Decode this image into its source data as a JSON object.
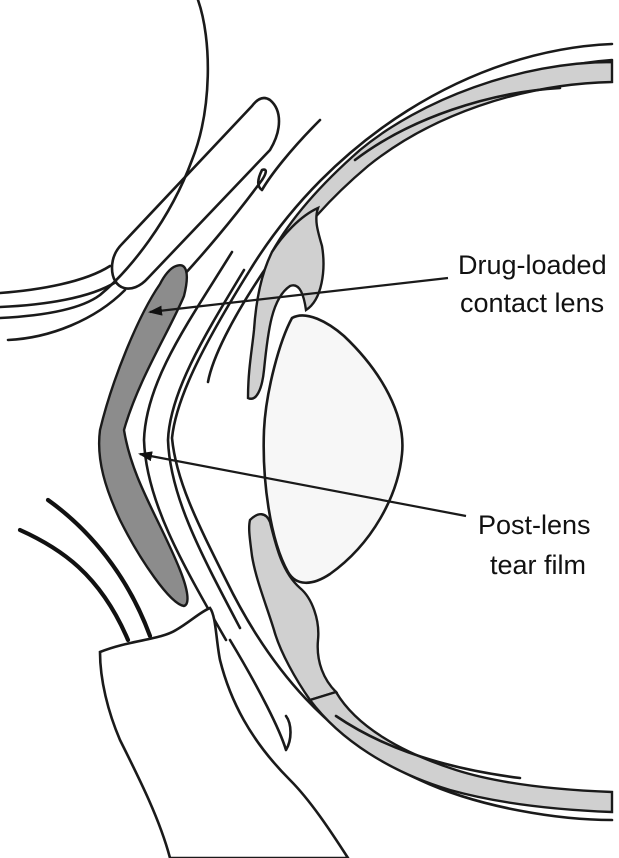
{
  "labels": {
    "contact_lens_line1": "Drug-loaded",
    "contact_lens_line2": "contact lens",
    "tear_film_line1": "Post-lens",
    "tear_film_line2": "tear film"
  },
  "colors": {
    "outline": "#1a1a1a",
    "tissue_fill": "#d0d0d0",
    "contact_lens_fill": "#8c8c8c",
    "lens_fill": "#f7f7f7",
    "background": "#ffffff"
  }
}
